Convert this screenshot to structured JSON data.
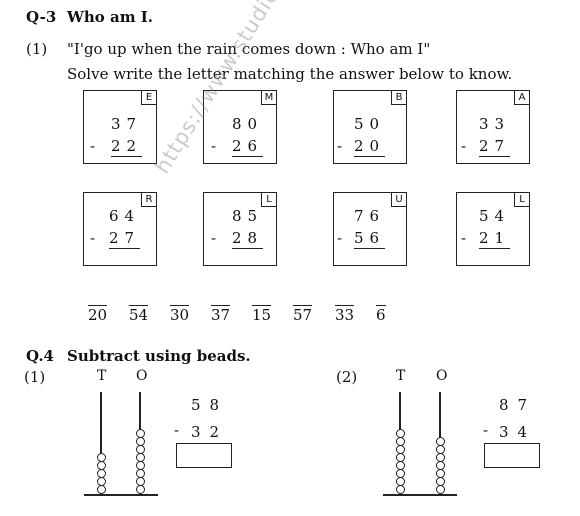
{
  "q3": {
    "number": "Q-3",
    "title": "Who am I.",
    "item_label": "(1)",
    "riddle": "\"I'go up when the rain comes down : Who am I\"",
    "instruction": "Solve write the letter matching the answer below to know."
  },
  "cards": [
    {
      "letter": "E",
      "top": "37",
      "bottom": "22"
    },
    {
      "letter": "M",
      "top": "80",
      "bottom": "26"
    },
    {
      "letter": "B",
      "top": "50",
      "bottom": "20"
    },
    {
      "letter": "A",
      "top": "33",
      "bottom": "27"
    },
    {
      "letter": "R",
      "top": "64",
      "bottom": "27"
    },
    {
      "letter": "L",
      "top": "85",
      "bottom": "28"
    },
    {
      "letter": "U",
      "top": "76",
      "bottom": "56"
    },
    {
      "letter": "L",
      "top": "54",
      "bottom": "21"
    }
  ],
  "minus_sign": "-",
  "answers": [
    "20",
    "54",
    "30",
    "37",
    "15",
    "57",
    "33",
    "6"
  ],
  "q4": {
    "number": "Q.4",
    "title": "Subtract using beads.",
    "parts": [
      {
        "label": "(1)",
        "tens_label": "T",
        "ones_label": "O",
        "tens_beads": 5,
        "ones_beads": 8,
        "top": "58",
        "bottom": "32"
      },
      {
        "label": "(2)",
        "tens_label": "T",
        "ones_label": "O",
        "tens_beads": 8,
        "ones_beads": 7,
        "top": "87",
        "bottom": "34"
      }
    ]
  },
  "watermark": "https://www.studies"
}
